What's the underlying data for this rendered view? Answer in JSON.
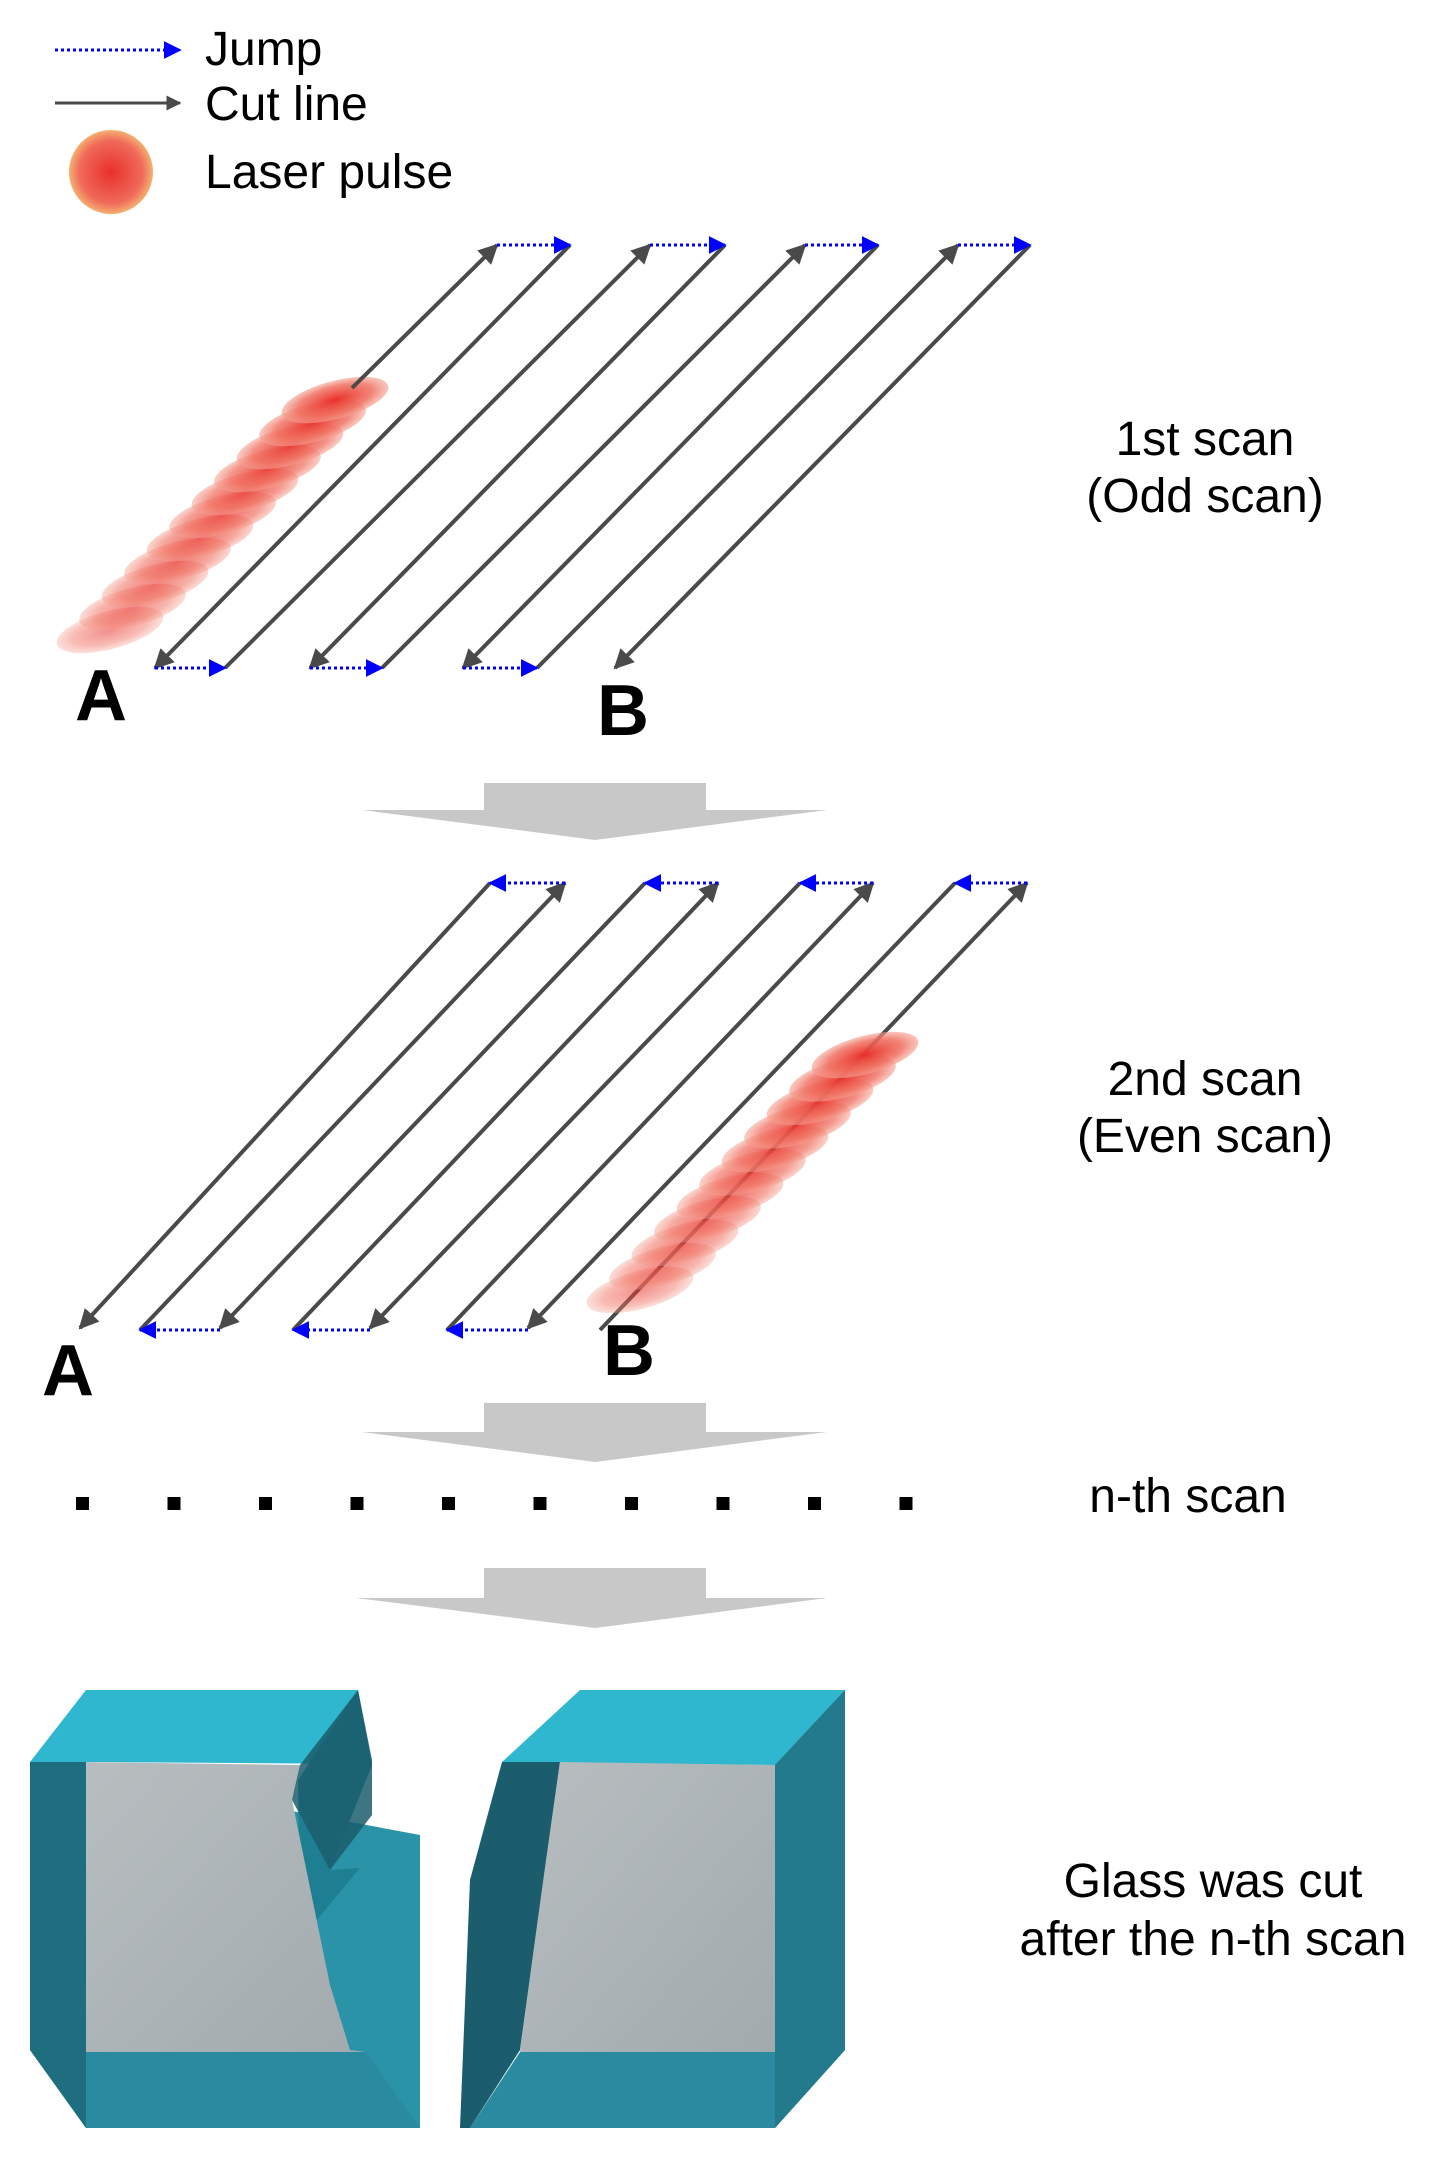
{
  "legend": {
    "jump_label": "Jump",
    "cut_label": "Cut line",
    "pulse_label": "Laser pulse",
    "jump_color": "#0000ff",
    "cut_color": "#4a4a4a",
    "pulse_color": "#e8403a"
  },
  "scan1": {
    "label_line1": "1st scan",
    "label_line2": "(Odd scan)",
    "point_a": "A",
    "point_b": "B"
  },
  "scan2": {
    "label_line1": "2nd scan",
    "label_line2": "(Even scan)",
    "point_a": "A",
    "point_b": "B"
  },
  "nth": {
    "label": "n-th scan"
  },
  "result": {
    "label_line1": "Glass was cut",
    "label_line2": "after the n-th scan",
    "glass_color": "#2a9fb8"
  },
  "flow_arrow_color": "#c8c8c8"
}
